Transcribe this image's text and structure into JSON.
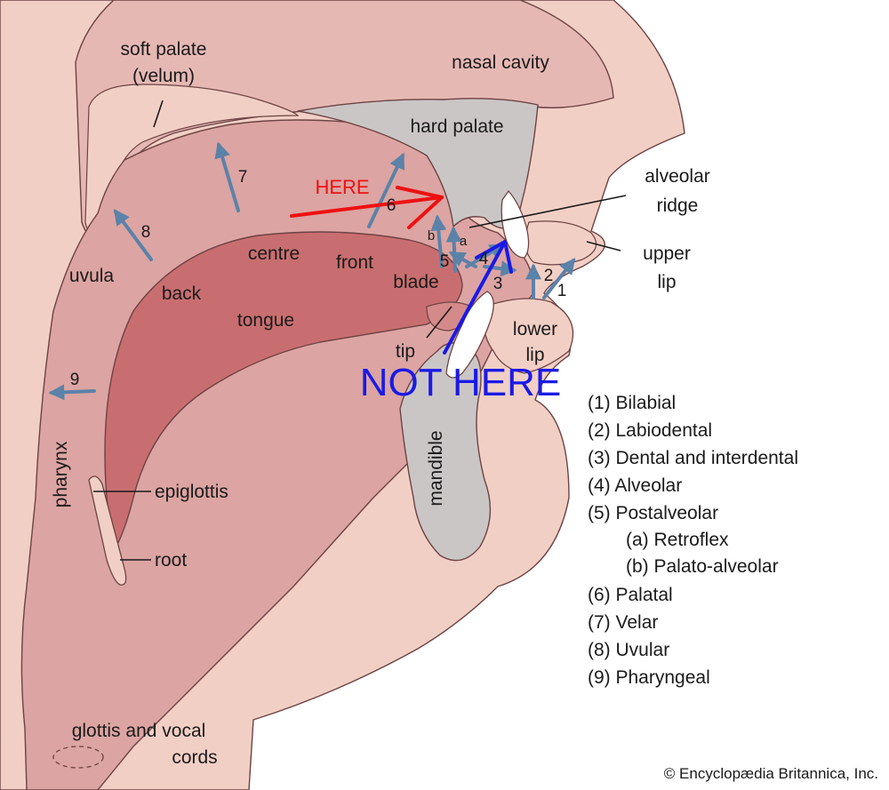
{
  "colors": {
    "skin": "#f2cfc5",
    "tissue_light": "#e6b8b4",
    "tissue_mid": "#d39c9a",
    "tongue": "#c96e70",
    "bone": "#cbc6c6",
    "outline": "#6d4343",
    "arrow": "#5b82a8",
    "annotation_red": "#ee1111",
    "annotation_blue": "#1a1ae6"
  },
  "labels": {
    "soft_palate_1": "soft palate",
    "soft_palate_2": "(velum)",
    "nasal_cavity": "nasal cavity",
    "hard_palate": "hard palate",
    "alveolar_ridge_1": "alveolar",
    "alveolar_ridge_2": "ridge",
    "upper_lip_1": "upper",
    "upper_lip_2": "lip",
    "uvula": "uvula",
    "back": "back",
    "centre": "centre",
    "front": "front",
    "blade": "blade",
    "tongue": "tongue",
    "tip": "tip",
    "lower_lip_1": "lower",
    "lower_lip_2": "lip",
    "pharynx": "pharynx",
    "epiglottis": "epiglottis",
    "root": "root",
    "mandible": "mandible",
    "glottis_1": "glottis and vocal",
    "glottis_2": "cords"
  },
  "arrow_numbers": {
    "n1": "1",
    "n2": "2",
    "n3": "3",
    "n4": "4",
    "n5": "5",
    "na": "a",
    "nb": "b",
    "n6": "6",
    "n7": "7",
    "n8": "8",
    "n9": "9"
  },
  "annotations": {
    "here": "HERE",
    "not_here": "NOT HERE"
  },
  "legend": [
    "(1)  Bilabial",
    "(2)  Labiodental",
    "(3)  Dental and interdental",
    "(4)  Alveolar",
    "(5)  Postalveolar",
    "(a) Retroflex",
    "(b) Palato-alveolar",
    "(6)  Palatal",
    "(7)  Velar",
    "(8)  Uvular",
    "(9)  Pharyngeal"
  ],
  "credit": "© Encyclopædia Britannica, Inc."
}
